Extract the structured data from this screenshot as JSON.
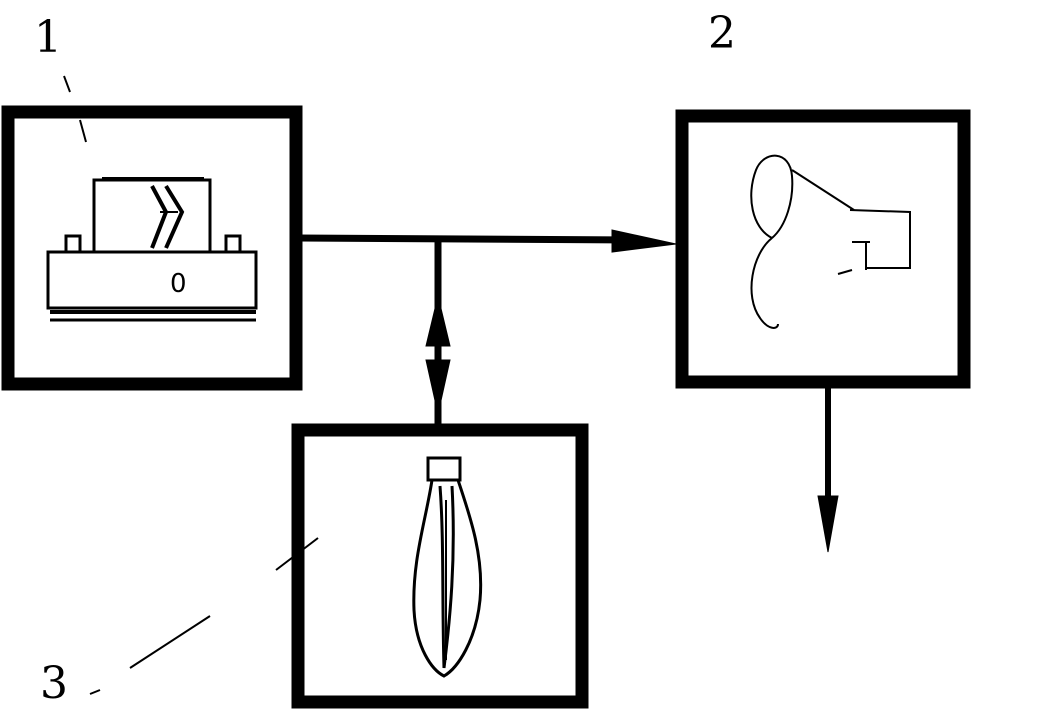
{
  "labels": {
    "one": "1",
    "two": "2",
    "three": "3"
  },
  "device_text": {
    "panel_mark": "0"
  },
  "colors": {
    "ink": "#000000",
    "paper": "#ffffff"
  }
}
